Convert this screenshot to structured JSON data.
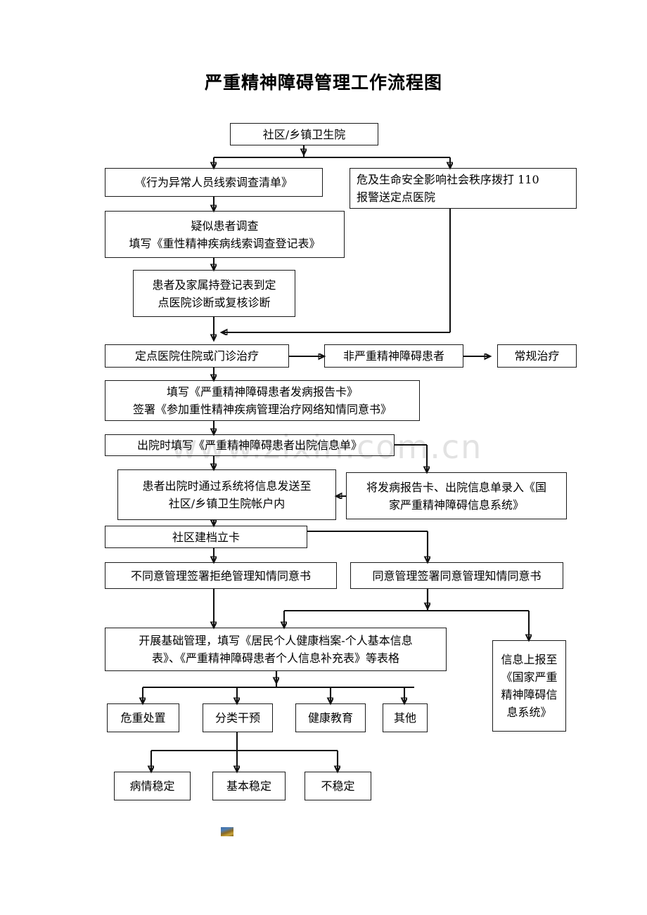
{
  "document": {
    "title": "严重精神障碍管理工作流程图",
    "watermark": "www.zixin.com.cn"
  },
  "chart_data": {
    "type": "diagram",
    "diagram_kind": "flowchart",
    "title": "严重精神障碍管理工作流程图",
    "orientation": "top-to-bottom",
    "node_count": 22,
    "nodes": [
      {
        "id": "n1",
        "label": "社区/乡镇卫生院"
      },
      {
        "id": "n2",
        "label": "《行为异常人员线索调查清单》"
      },
      {
        "id": "n3",
        "label": "危及生命安全影响社会秩序拨打 110 报警送定点医院"
      },
      {
        "id": "n4",
        "label": "疑似患者调查 填写《重性精神疾病线索调查登记表》"
      },
      {
        "id": "n5",
        "label": "患者及家属持登记表到定点医院诊断或复核诊断"
      },
      {
        "id": "n6",
        "label": "定点医院住院或门诊治疗"
      },
      {
        "id": "n7",
        "label": "非严重精神障碍患者"
      },
      {
        "id": "n8",
        "label": "常规治疗"
      },
      {
        "id": "n9",
        "label": "填写《严重精神障碍患者发病报告卡》 签署《参加重性精神疾病管理治疗网络知情同意书》"
      },
      {
        "id": "n10",
        "label": "出院时填写《严重精神障碍患者出院信息单》"
      },
      {
        "id": "n11",
        "label": "患者出院时通过系统将信息发送至社区/乡镇卫生院帐户内"
      },
      {
        "id": "n12",
        "label": "将发病报告卡、出院信息单录入《国家严重精神障碍信息系统》"
      },
      {
        "id": "n13",
        "label": "社区建档立卡"
      },
      {
        "id": "n14",
        "label": "不同意管理签署拒绝管理知情同意书"
      },
      {
        "id": "n15",
        "label": "同意管理签署同意管理知情同意书"
      },
      {
        "id": "n16",
        "label": "开展基础管理，填写《居民个人健康档案-个人基本信息表》、《严重精神障碍患者个人信息补充表》等表格"
      },
      {
        "id": "n17",
        "label": "信息上报至《国家严重精神障碍信息系统》"
      },
      {
        "id": "n18",
        "label": "危重处置"
      },
      {
        "id": "n19",
        "label": "分类干预"
      },
      {
        "id": "n20",
        "label": "健康教育"
      },
      {
        "id": "n21",
        "label": "其他"
      },
      {
        "id": "n22",
        "label": "病情稳定"
      },
      {
        "id": "n23",
        "label": "基本稳定"
      },
      {
        "id": "n24",
        "label": "不稳定"
      }
    ],
    "edges": [
      {
        "from": "n1",
        "to": "n2"
      },
      {
        "from": "n1",
        "to": "n3"
      },
      {
        "from": "n2",
        "to": "n4"
      },
      {
        "from": "n3",
        "to": "n6"
      },
      {
        "from": "n4",
        "to": "n5"
      },
      {
        "from": "n5",
        "to": "n6"
      },
      {
        "from": "n6",
        "to": "n7"
      },
      {
        "from": "n7",
        "to": "n8"
      },
      {
        "from": "n6",
        "to": "n9"
      },
      {
        "from": "n9",
        "to": "n10"
      },
      {
        "from": "n10",
        "to": "n11"
      },
      {
        "from": "n10",
        "to": "n12"
      },
      {
        "from": "n12",
        "to": "n11"
      },
      {
        "from": "n11",
        "to": "n13"
      },
      {
        "from": "n13",
        "to": "n14"
      },
      {
        "from": "n13",
        "to": "n15"
      },
      {
        "from": "n14",
        "to": "n16"
      },
      {
        "from": "n15",
        "to": "n16"
      },
      {
        "from": "n15",
        "to": "n17"
      },
      {
        "from": "n16",
        "to": "n18"
      },
      {
        "from": "n16",
        "to": "n19"
      },
      {
        "from": "n16",
        "to": "n20"
      },
      {
        "from": "n16",
        "to": "n21"
      },
      {
        "from": "n19",
        "to": "n22"
      },
      {
        "from": "n19",
        "to": "n23"
      },
      {
        "from": "n19",
        "to": "n24"
      }
    ],
    "colors": {
      "node_border": "#1a1a1a",
      "node_fill": "#ffffff",
      "edge": "#111111",
      "text": "#000000",
      "watermark": "#e2e2e2"
    }
  },
  "nodes": {
    "n1": {
      "line1": "社区/乡镇卫生院"
    },
    "n2": {
      "line1": "《行为异常人员线索调查清单》"
    },
    "n3": {
      "line1": "危及生命安全影响社会秩序拨打 110",
      "line2": "报警送定点医院"
    },
    "n4": {
      "line1": "疑似患者调查",
      "line2": "填写《重性精神疾病线索调查登记表》"
    },
    "n5": {
      "line1": "患者及家属持登记表到定",
      "line2": "点医院诊断或复核诊断"
    },
    "n6": {
      "line1": "定点医院住院或门诊治疗"
    },
    "n7": {
      "line1": "非严重精神障碍患者"
    },
    "n8": {
      "line1": "常规治疗"
    },
    "n9": {
      "line1": "填写《严重精神障碍患者发病报告卡》",
      "line2": "签署《参加重性精神疾病管理治疗网络知情同意书》"
    },
    "n10": {
      "line1": "出院时填写《严重精神障碍患者出院信息单》"
    },
    "n11": {
      "line1": "患者出院时通过系统将信息发送至",
      "line2": "社区/乡镇卫生院帐户内"
    },
    "n12": {
      "line1": "将发病报告卡、出院信息单录入《国",
      "line2": "家严重精神障碍信息系统》"
    },
    "n13": {
      "line1": "社区建档立卡"
    },
    "n14": {
      "line1": "不同意管理签署拒绝管理知情同意书"
    },
    "n15": {
      "line1": "同意管理签署同意管理知情同意书"
    },
    "n16": {
      "line1": "开展基础管理，填写《居民个人健康档案-个人基本信息",
      "line2": "表》、《严重精神障碍患者个人信息补充表》等表格"
    },
    "n17": {
      "line1": "信息上报至",
      "line2": "《国家严重",
      "line3": "精神障碍信",
      "line4": "息系统》"
    },
    "n18": {
      "line1": "危重处置"
    },
    "n19": {
      "line1": "分类干预"
    },
    "n20": {
      "line1": "健康教育"
    },
    "n21": {
      "line1": "其他"
    },
    "n22": {
      "line1": "病情稳定"
    },
    "n23": {
      "line1": "基本稳定"
    },
    "n24": {
      "line1": "不稳定"
    }
  }
}
